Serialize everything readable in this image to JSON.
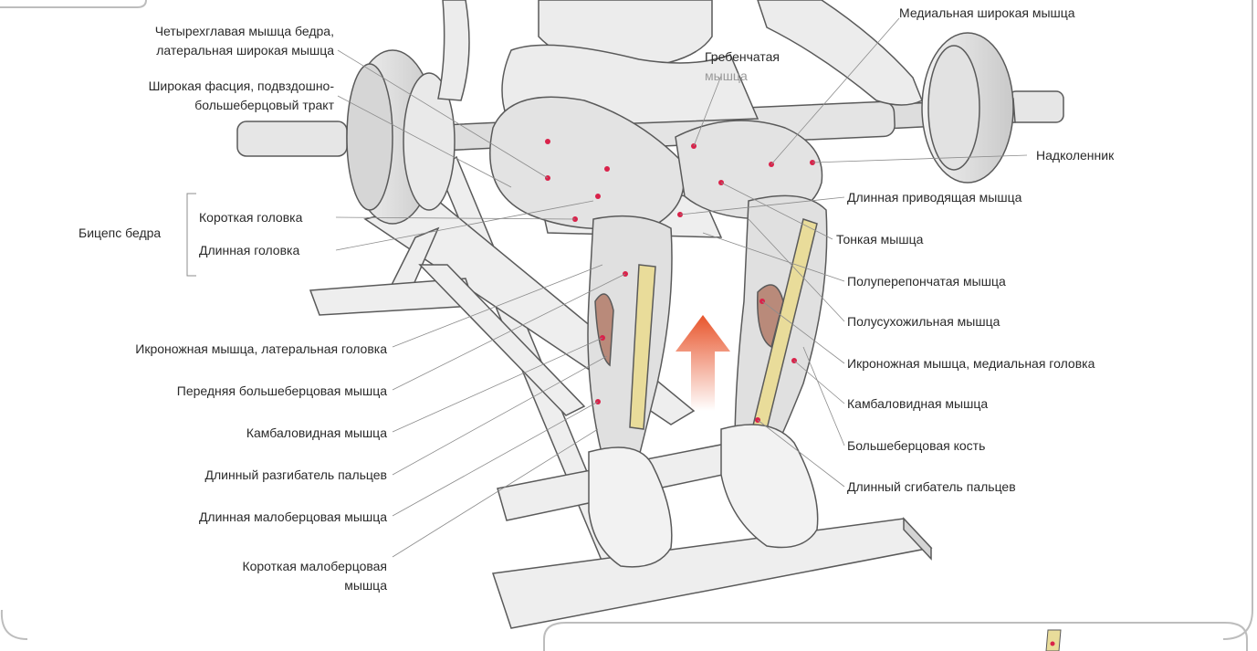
{
  "labels": {
    "quadriceps": [
      "Четырехглавая мышца бедра,",
      "латеральная широкая мышца"
    ],
    "fascia": [
      "Широкая фасция, подвздошно-",
      "большеберцовый тракт"
    ],
    "biceps_group": "Бицепс бедра",
    "biceps_short": "Короткая головка",
    "biceps_long": "Длинная головка",
    "gastro_lateral": "Икроножная мышца, латеральная головка",
    "tibialis_anterior": "Передняя большеберцовая мышца",
    "soleus_left": "Камбаловидная мышца",
    "ext_digitorum": "Длинный разгибатель пальцев",
    "peroneus_longus": "Длинная малоберцовая мышца",
    "peroneus_brevis": [
      "Короткая малоберцовая",
      "мышца"
    ],
    "pectineus": [
      "Гребенчатая",
      "мышца"
    ],
    "vastus_medialis": "Медиальная широкая мышца",
    "patella": "Надколенник",
    "adductor_longus": "Длинная приводящая мышца",
    "gracilis": "Тонкая мышца",
    "semimembranosus": "Полуперепончатая мышца",
    "semitendinosus": "Полусухожильная мышца",
    "gastro_medial": "Икроножная мышца, медиальная головка",
    "soleus_right": "Камбаловидная мышца",
    "tibia": "Большеберцовая кость",
    "flexor_digitorum": "Длинный сгибатель пальцев"
  },
  "colors": {
    "frame": "#bdbdbd",
    "leader": "#8c8c8c",
    "muscle_dot": "#d9224a",
    "arrow": "#e8552c",
    "bone": "#e9dc9a",
    "sketch": "#5a5a5a",
    "shade": "#cfcfcf"
  }
}
